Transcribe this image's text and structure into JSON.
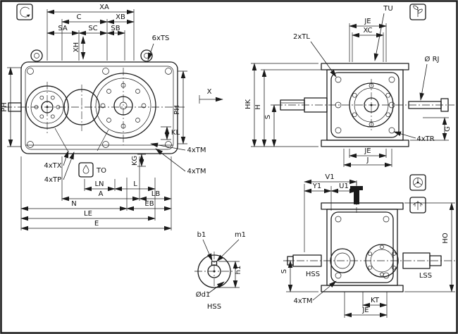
{
  "colors": {
    "ink": "#1a1a1a",
    "paper": "#ffffff"
  },
  "icons": {
    "top_left": "rotation-direction-symbol",
    "tu": "breather-plug-symbol",
    "to": "oil-drain-symbol",
    "fan": "fan-symbol",
    "seal": "shaft-seal-symbol"
  },
  "front_view": {
    "dim_xa": "XA",
    "dim_c": "C",
    "dim_xb": "XB",
    "dim_sa": "SA",
    "dim_sc": "SC",
    "dim_sb": "SB",
    "dim_xh": "XH",
    "holes_ts": "6xTS",
    "dim_ph_left": "PH",
    "dim_ph_right": "PH",
    "axis_x": "X",
    "dim_kl": "KL",
    "dim_kg": "KG",
    "holes_tm_upper": "4xTM",
    "holes_tm_lower": "4xTM",
    "holes_tx": "4xTX",
    "holes_tp": "4xTP",
    "plug_to": "TO",
    "dim_ln": "LN",
    "dim_l": "L",
    "dim_a": "A",
    "dim_lb": "LB",
    "dim_n": "N",
    "dim_eb": "EB",
    "dim_le": "LE",
    "dim_e": "E"
  },
  "side_view": {
    "plug_tu": "TU",
    "dim_je_top": "JE",
    "dim_xc": "XC",
    "holes_tl": "2xTL",
    "dim_rj": "Ø RJ",
    "dim_hk": "HK",
    "dim_h": "H",
    "dim_s": "S",
    "dim_g": "G",
    "holes_tr": "4xTR",
    "dim_je_bottom": "JE",
    "dim_j": "J"
  },
  "output_view": {
    "dim_v1": "V1",
    "dim_y1": "Y1",
    "dim_u1": "U1",
    "dim_ho": "HO",
    "dim_s": "S",
    "shaft_hss": "HSS",
    "shaft_lss": "LSS",
    "holes_tm": "4xTM",
    "dim_kt": "KT",
    "dim_je": "JE"
  },
  "shaft_detail": {
    "dim_b1": "b1",
    "dim_m1": "m1",
    "dim_h1": "h1",
    "dim_d1": "Ød1",
    "label_hss": "HSS"
  }
}
